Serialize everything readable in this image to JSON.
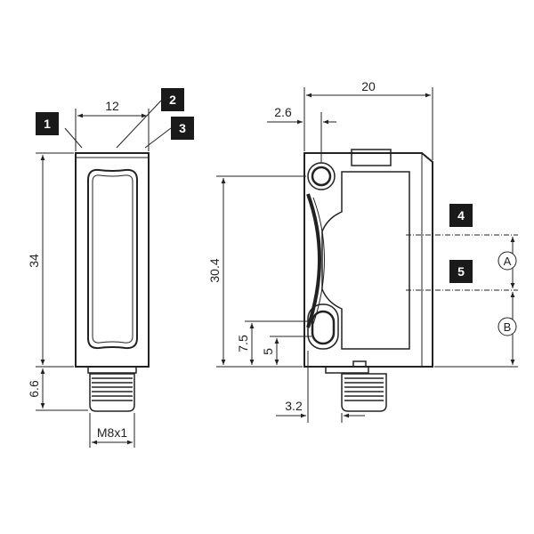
{
  "dimensions": {
    "front_width": "12",
    "front_height": "34",
    "connector_length": "6.6",
    "thread": "M8x1",
    "side_width": "20",
    "lens_offset": "2.6",
    "hole_spacing": "30.4",
    "hole_upper": "7.5",
    "hole_lower": "5",
    "connector_offset": "3.2"
  },
  "callouts": {
    "c1": "1",
    "c2": "2",
    "c3": "3",
    "c4": "4",
    "c5": "5"
  },
  "zones": {
    "a": "A",
    "b": "B"
  },
  "colors": {
    "line": "#222222",
    "badge": "#1a1a1a",
    "background": "#ffffff"
  }
}
